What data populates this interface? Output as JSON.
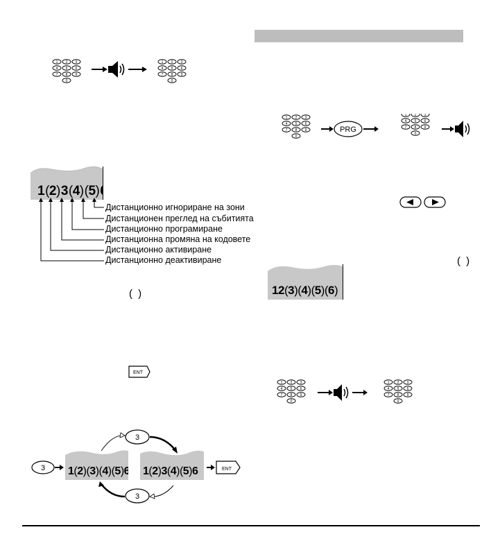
{
  "keypad_digits": [
    "1",
    "2",
    "3",
    "4",
    "5",
    "6",
    "7",
    "8",
    "9",
    "0"
  ],
  "speaker_icon": "speaker-icon",
  "prg_label": "PRG",
  "ent_label": "ENT",
  "key3_label": "3",
  "lcd_digits": [
    "1",
    "2",
    "3",
    "4",
    "5",
    "6"
  ],
  "legend": {
    "items": [
      "Дистанционно игнориране на зони",
      "Дистанционен преглед на събитията",
      "Дистанционно програмиране",
      "Дистанционна промяна на кодовете",
      "Дистанционно активиране",
      "Дистанционно деактивиране"
    ]
  },
  "lcd_left_brackets": [
    false,
    true,
    false,
    true,
    true,
    false
  ],
  "lcd_right_brackets": [
    false,
    false,
    true,
    true,
    true,
    true
  ],
  "lcd_flow_a_brackets": [
    false,
    true,
    true,
    true,
    true,
    false
  ],
  "lcd_flow_b_brackets": [
    false,
    true,
    false,
    true,
    true,
    false
  ],
  "bracket_symbol": "( )"
}
